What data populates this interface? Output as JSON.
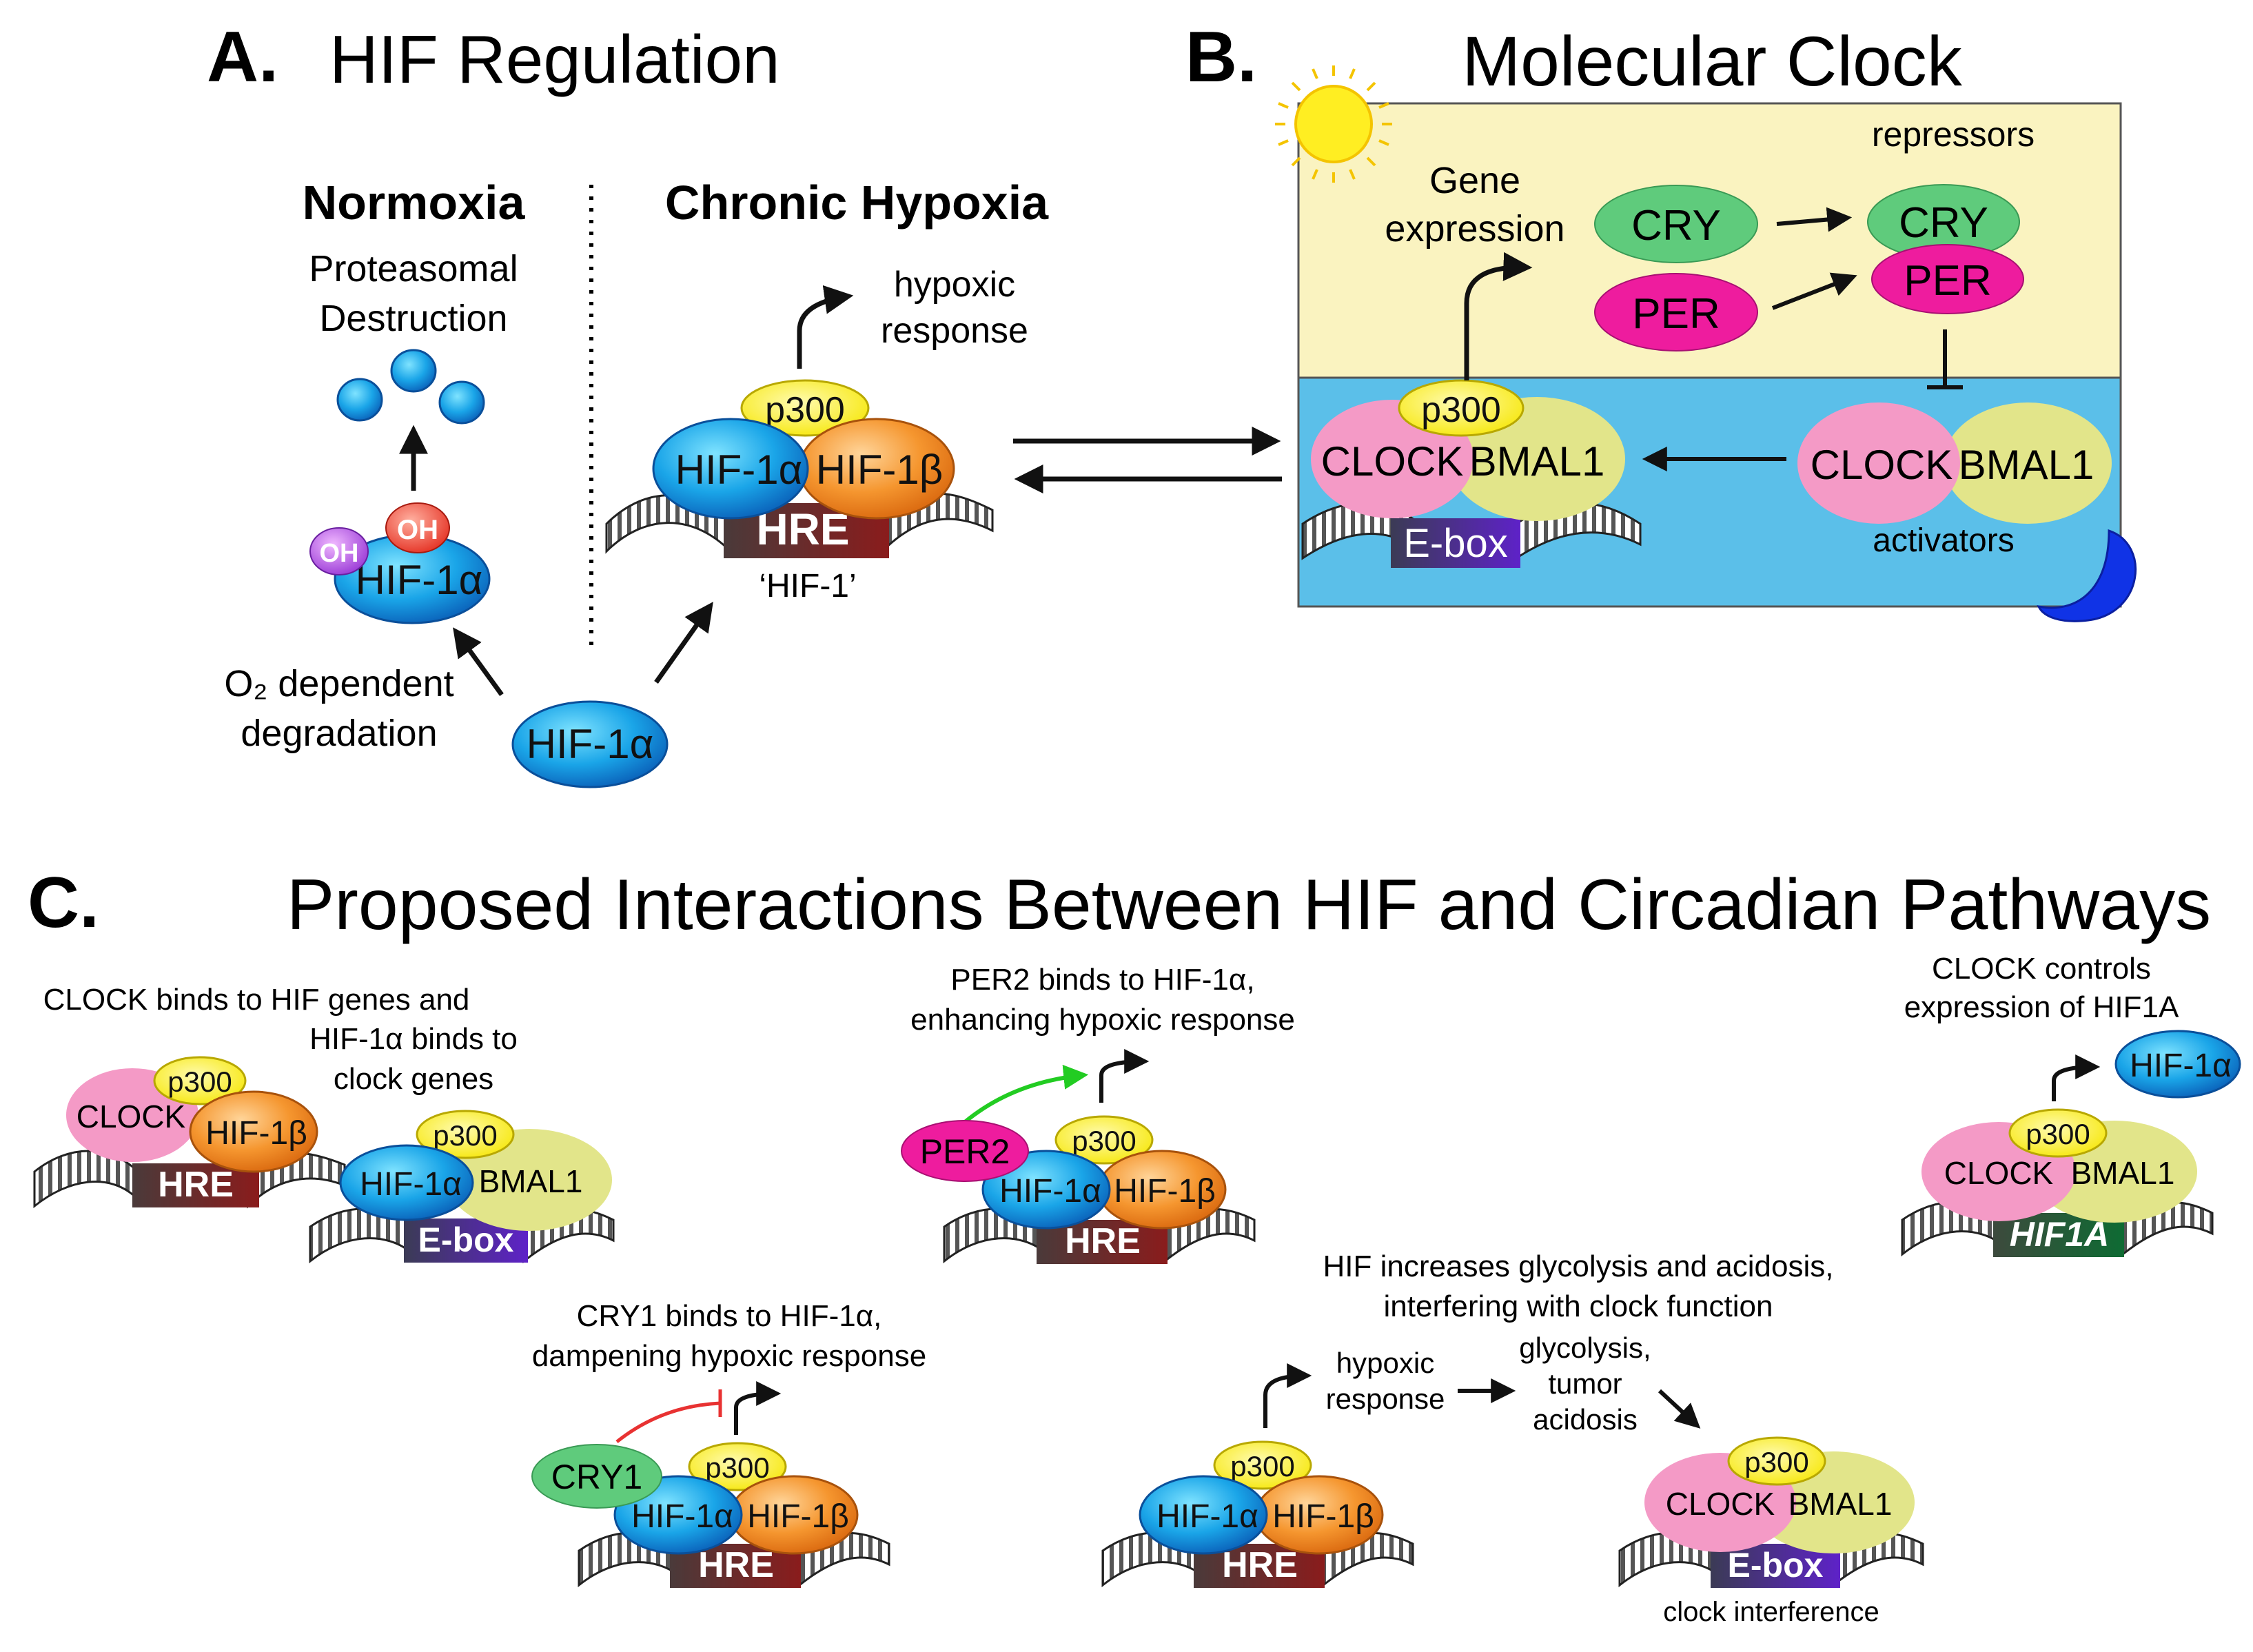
{
  "panel_a": {
    "letter": "A.",
    "title": "HIF Regulation",
    "normoxia": "Normoxia",
    "chronic_hypoxia": "Chronic Hypoxia",
    "proteasomal_1": "Proteasomal",
    "proteasomal_2": "Destruction",
    "oh": "OH",
    "hif1a": "HIF-1α",
    "hif1b": "HIF-1β",
    "p300": "p300",
    "hre": "HRE",
    "hif1_complex": "‘HIF-1’",
    "hypoxic_1": "hypoxic",
    "hypoxic_2": "response",
    "o2_1": "O₂ dependent",
    "o2_2": "degradation"
  },
  "panel_b": {
    "letter": "B.",
    "title": "Molecular Clock",
    "gene_1": "Gene",
    "gene_2": "expression",
    "repressors": "repressors",
    "activators": "activators",
    "cry": "CRY",
    "per": "PER",
    "clock": "CLOCK",
    "bmal1": "BMAL1",
    "p300": "p300",
    "ebox": "E-box",
    "colors": {
      "day": "#faf3c0",
      "night": "#5bbfe9"
    }
  },
  "panel_c": {
    "letter": "C.",
    "title": "Proposed Interactions Between HIF and Circadian Pathways",
    "s1_1": "CLOCK binds to HIF genes and",
    "s1_2": "HIF-1α binds to",
    "s1_3": "clock genes",
    "s2_1": "PER2 binds to HIF-1α,",
    "s2_2": "enhancing hypoxic response",
    "s3_1": "CLOCK controls",
    "s3_2": "expression of HIF1A",
    "s4_1": "CRY1 binds to HIF-1α,",
    "s4_2": "dampening hypoxic response",
    "s5_1": "HIF increases glycolysis and acidosis,",
    "s5_2": "interfering with clock function",
    "hyp_1": "hypoxic",
    "hyp_2": "response",
    "gly_1": "glycolysis,",
    "gly_2": "tumor",
    "gly_3": "acidosis",
    "clock_interference": "clock interference",
    "per2": "PER2",
    "cry1": "CRY1",
    "hif1a_gene": "HIF1A",
    "clock": "CLOCK",
    "bmal1": "BMAL1",
    "p300": "p300",
    "hif1a": "HIF-1α",
    "hif1b": "HIF-1β",
    "hre": "HRE",
    "ebox": "E-box"
  }
}
